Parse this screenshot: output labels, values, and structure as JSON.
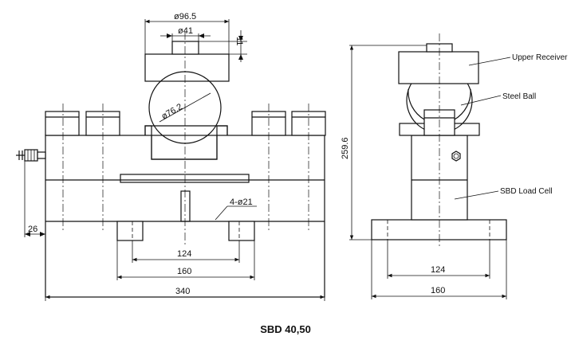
{
  "title": "SBD 40,50",
  "dimensions": {
    "top_width": "ø96.5",
    "cap_diameter": "ø41",
    "cap_height": "11",
    "ball_diameter": "ø76.2",
    "holes": "4-ø21",
    "hole_spacing": "124",
    "base_width": "160",
    "overall_length": "340",
    "side_offset": "26",
    "side_hole_spacing": "124",
    "side_base_width": "160",
    "overall_height": "259.6"
  },
  "callouts": {
    "upper_receiver": "Upper Receiver",
    "steel_ball": "Steel Ball",
    "load_cell": "SBD Load Cell"
  }
}
